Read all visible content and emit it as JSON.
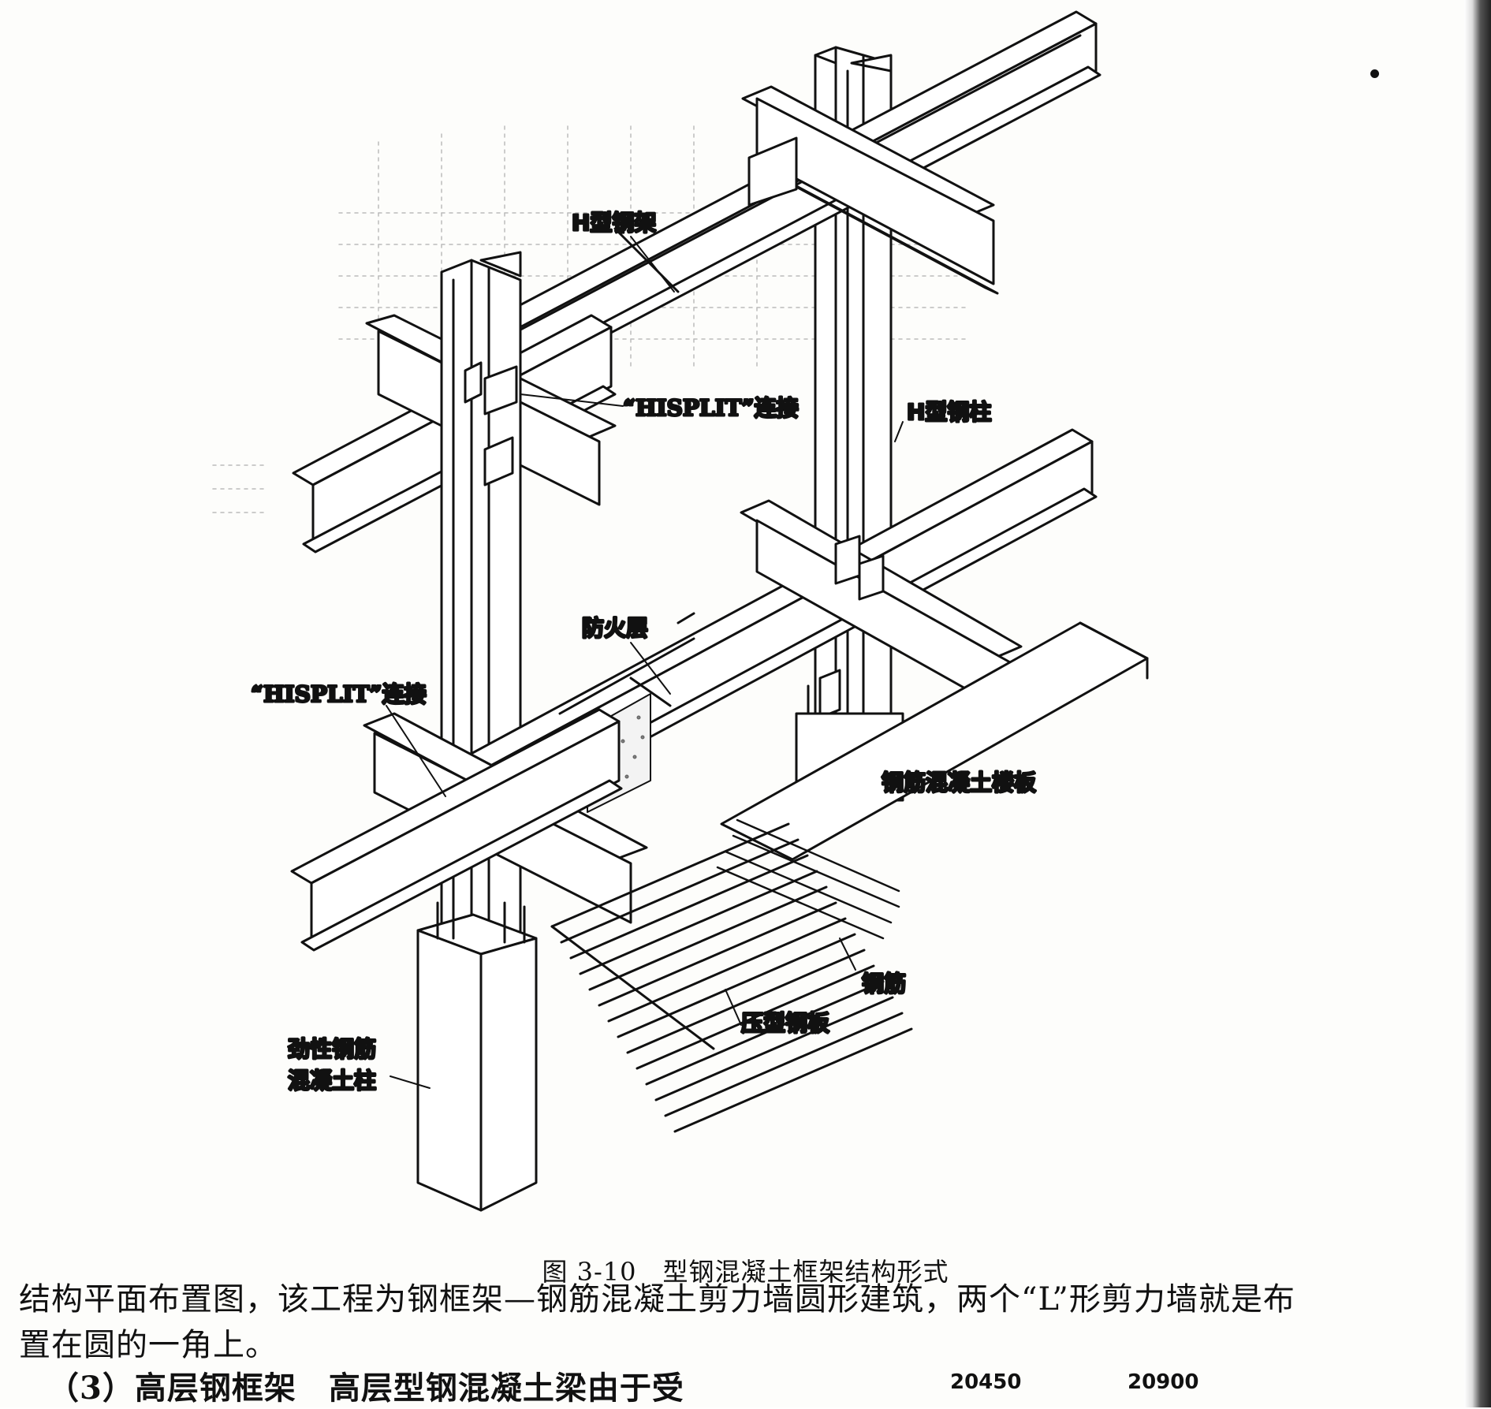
{
  "labels": {
    "h_steel_beam": "H型钢架",
    "hisplit_top": "“HISPLIT”连接",
    "h_steel_column": "H型钢柱",
    "fireproof_layer": "防火层",
    "hisplit_left": "“HISPLIT”连接",
    "rc_floor_slab": "钢筋混凝土楼板",
    "rebar": "钢筋",
    "profiled_steel_sheet": "压型钢板",
    "src_column_line1": "劲性钢筋",
    "src_column_line2": "混凝土柱"
  },
  "caption": "图 3-10　型钢混凝土框架结构形式",
  "body": {
    "line1": "结构平面布置图，该工程为钢框架—钢筋混凝土剪力墙圆形建筑，两个“L”形剪力墙就是布",
    "line2": "置在圆的一角上。",
    "line3": "（3）高层钢框架　高层型钢混凝土梁由于受"
  },
  "dimensions": [
    "20450",
    "20900"
  ]
}
